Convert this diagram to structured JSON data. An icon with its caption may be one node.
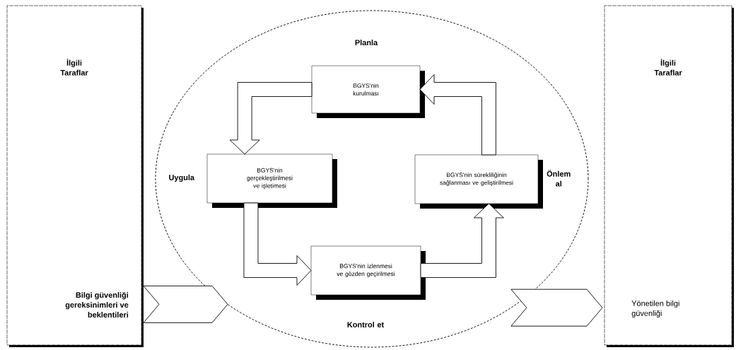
{
  "diagram": {
    "nodes": [
      {
        "text": [
          "İlgili Taraflar",
          "Bilgi güvenliği gereksinimleri ve beklentileri"
        ]
      },
      {
        "text": [],
        "shape": "ellipse"
      },
      {
        "text": [
          "BGYS'nin kurulması"
        ],
        "in": 1,
        "beside": [
          "Planla"
        ]
      },
      {
        "text": [
          "BGYS'nin gerçekleştirilmesi ve işletimesi"
        ],
        "in": 1,
        "beside": [
          "Uygula"
        ]
      },
      {
        "text": [
          "BGYS'nin sürekliliğinin sağlanması ve geliştirilmesi"
        ],
        "in": 1,
        "beside": [
          "Önlem al"
        ]
      },
      {
        "text": [
          "BGYS'nin izlenmesi ve gözden geçirilmesi"
        ],
        "in": 1,
        "beside": [
          "Kontrol et"
        ]
      },
      {
        "text": [
          "İlgili Taraflar",
          "Yönetilen bilgi güvenliği"
        ]
      }
    ],
    "edges": [
      {
        "from": 0,
        "to": 1,
        "arrow": "to"
      },
      {
        "from": 2,
        "to": 3,
        "arrow": "to"
      },
      {
        "from": 3,
        "to": 5,
        "arrow": "to"
      },
      {
        "from": 5,
        "to": 4,
        "arrow": "to"
      },
      {
        "from": 4,
        "to": 2,
        "arrow": "to"
      },
      {
        "from": 1,
        "to": 6,
        "arrow": "to"
      }
    ]
  }
}
